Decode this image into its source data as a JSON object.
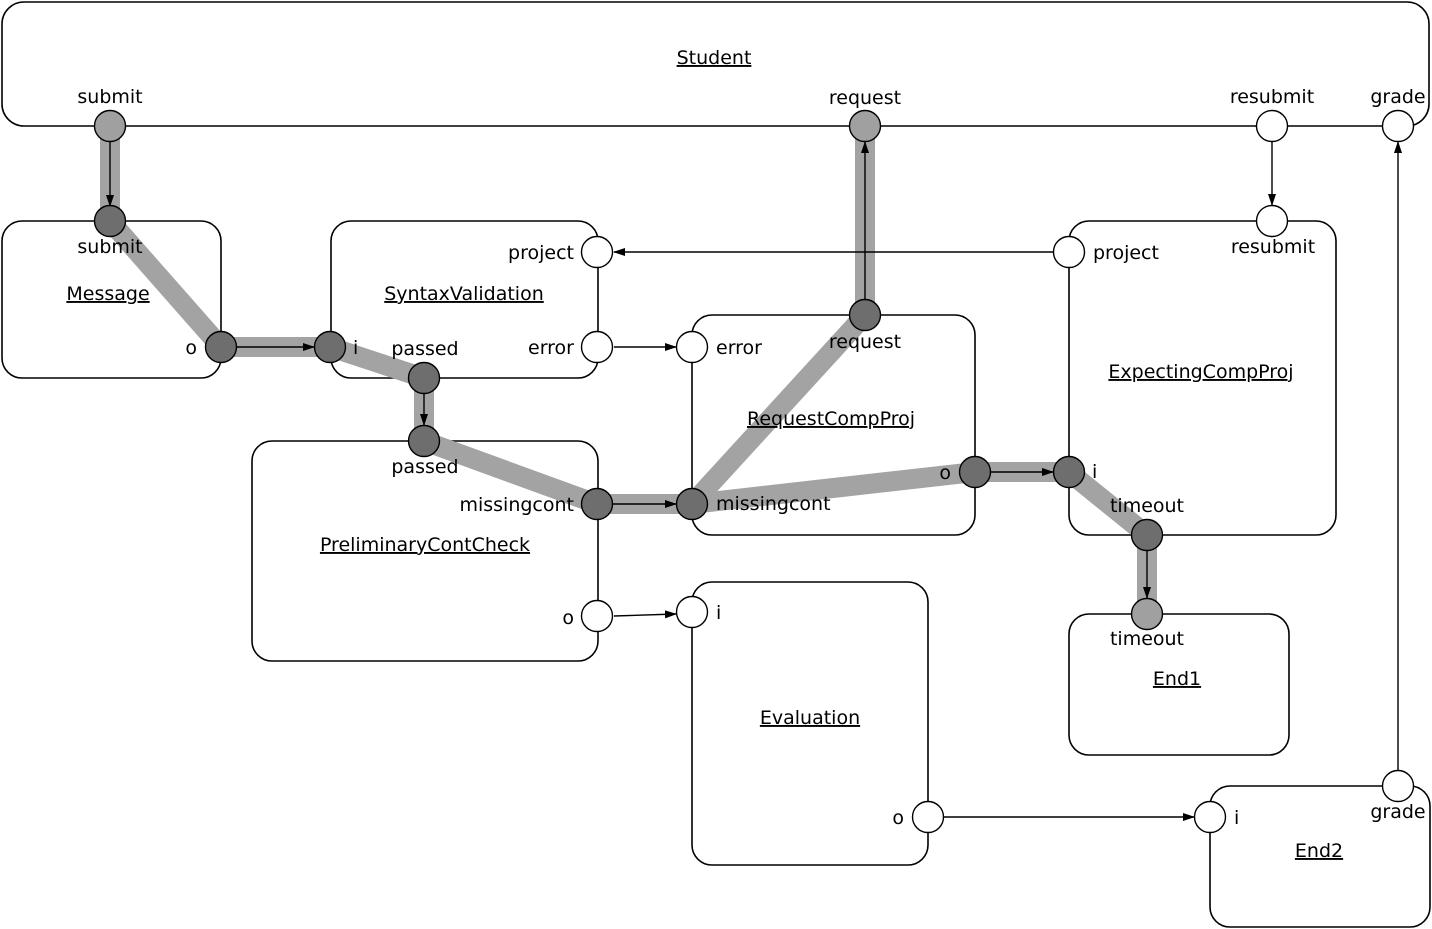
{
  "boxes": {
    "student": "Student",
    "message": "Message",
    "syntax_validation": "SyntaxValidation",
    "preliminary_cont_check": "PreliminaryContCheck",
    "request_comp_proj": "RequestCompProj",
    "expecting_comp_proj": "ExpectingCompProj",
    "end1": "End1",
    "evaluation": "Evaluation",
    "end2": "End2"
  },
  "ports": {
    "student_submit": "submit",
    "student_request": "request",
    "student_resubmit": "resubmit",
    "student_grade": "grade",
    "message_submit": "submit",
    "message_o": "o",
    "syntax_i": "i",
    "syntax_project": "project",
    "syntax_error": "error",
    "syntax_passed": "passed",
    "prelim_passed": "passed",
    "prelim_missingcont": "missingcont",
    "prelim_o": "o",
    "request_error": "error",
    "request_request": "request",
    "request_missingcont": "missingcont",
    "request_o": "o",
    "expecting_project": "project",
    "expecting_resubmit": "resubmit",
    "expecting_i": "i",
    "expecting_timeout": "timeout",
    "end1_timeout": "timeout",
    "eval_i": "i",
    "eval_o": "o",
    "end2_i": "i",
    "end2_grade": "grade"
  },
  "colors": {
    "highlight": "#a3a3a3",
    "port_light": "#a0a0a0",
    "port_dark": "#6e6e6e"
  }
}
